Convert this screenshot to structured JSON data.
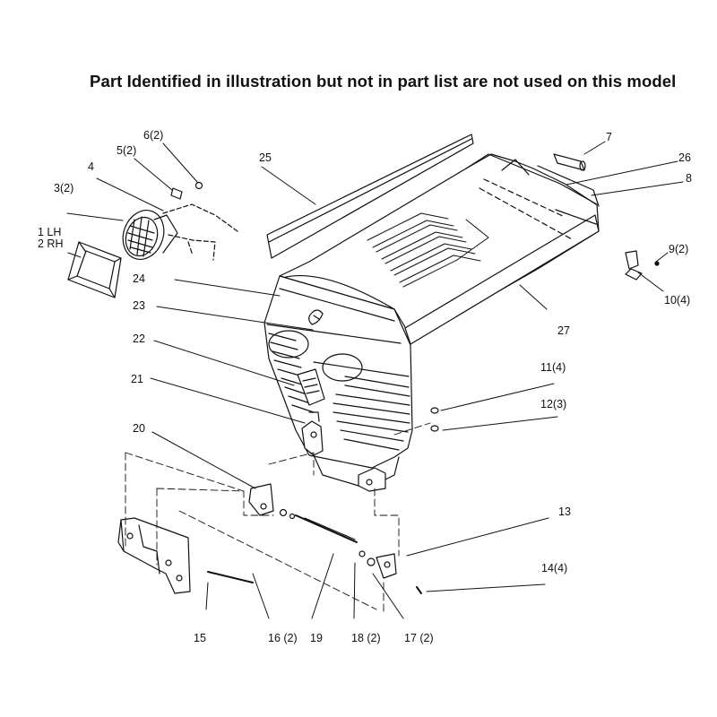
{
  "heading": "Part Identified in illustration but not in part list are not used on this model",
  "callouts": {
    "c1": "1 LH",
    "c2": "2 RH",
    "c3": "3(2)",
    "c4": "4",
    "c5": "5(2)",
    "c6": "6(2)",
    "c7": "7",
    "c8": "8",
    "c9": "9(2)",
    "c10": "10(4)",
    "c11": "11(4)",
    "c12": "12(3)",
    "c13": "13",
    "c14": "14(4)",
    "c15": "15",
    "c16": "16 (2)",
    "c17": "17 (2)",
    "c18": "18 (2)",
    "c19": "19",
    "c20": "20",
    "c21": "21",
    "c22": "22",
    "c23": "23",
    "c24": "24",
    "c25": "25",
    "c26": "26",
    "c27": "27"
  }
}
